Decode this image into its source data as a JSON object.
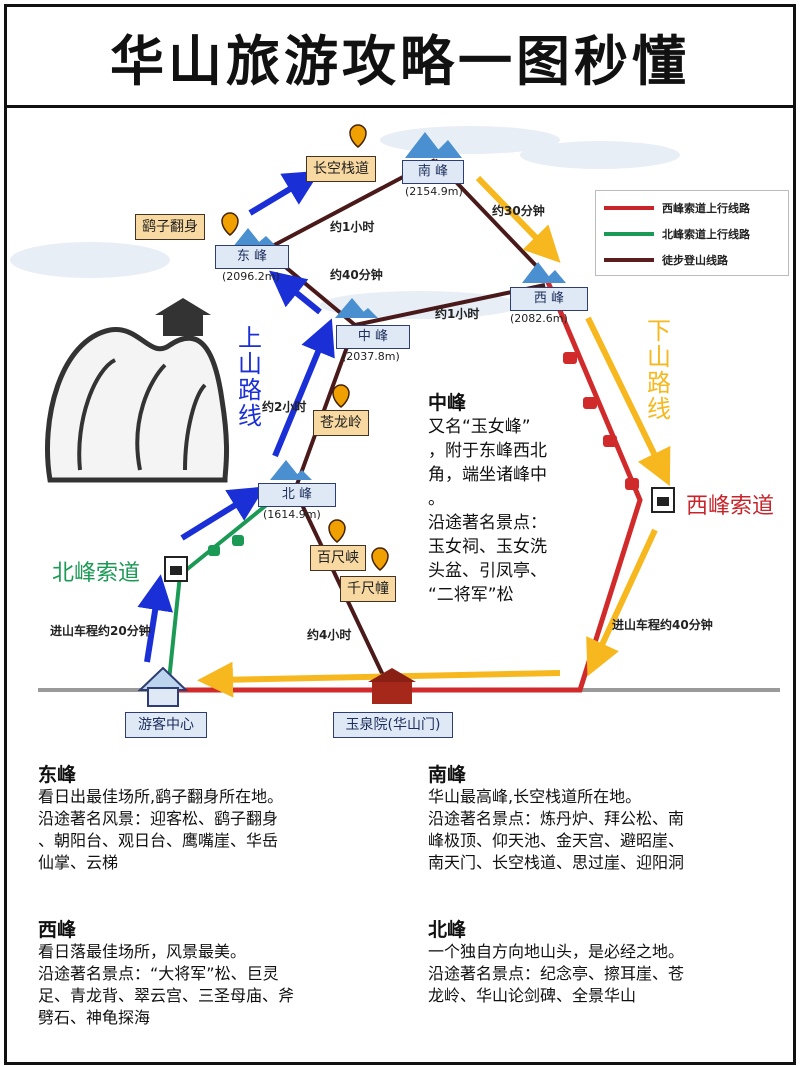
{
  "title": "华山旅游攻略一图秒懂",
  "peaks": {
    "south": {
      "name": "南  峰",
      "elev": "(2154.9m)"
    },
    "east": {
      "name": "东  峰",
      "elev": "(2096.2m)"
    },
    "middle": {
      "name": "中  峰",
      "elev": "(2037.8m)"
    },
    "west": {
      "name": "西  峰",
      "elev": "(2082.6m)"
    },
    "north": {
      "name": "北  峰",
      "elev": "(1614.9m)"
    }
  },
  "spots": {
    "changkong": "长空栈道",
    "yaozi": "鹞子翻身",
    "canglong": "苍龙岭",
    "baichixia": "百尺峡",
    "qianchizhuang": "千尺幢"
  },
  "times": {
    "t1": "约1小时",
    "t40": "约40分钟",
    "t30": "约30分钟",
    "t1b": "约1小时",
    "t2": "约2小时",
    "t4": "约4小时",
    "drive20": "进山车程约20分钟",
    "drive40": "进山车程约40分钟"
  },
  "route_labels": {
    "up_chars": [
      "上",
      "山",
      "路",
      "线"
    ],
    "down_chars": [
      "下",
      "山",
      "路",
      "线"
    ]
  },
  "cableways": {
    "north": "北峰索道",
    "west": "西峰索道"
  },
  "bases": {
    "visitor": "游客中心",
    "yuquan": "玉泉院(华山门)"
  },
  "legend": [
    {
      "label": "西峰索道上行线路",
      "color": "#c8252b"
    },
    {
      "label": "北峰索道上行线路",
      "color": "#1b9a55"
    },
    {
      "label": "徒步登山线路",
      "color": "#5a1e1e"
    }
  ],
  "colors": {
    "blue_arrow": "#1a2fd6",
    "yellow_arrow": "#f6b81e",
    "red_line": "#d12a2a",
    "green_line": "#1b9a55",
    "brown_line": "#4a1a1a"
  },
  "middle_peak_desc": {
    "title": "中峰",
    "lines": [
      "又名“玉女峰”",
      "，附于东峰西北",
      "角，端坐诸峰中",
      "。",
      "沿途著名景点：",
      "玉女祠、玉女洗",
      "头盆、引凤亭、",
      "“二将军”松"
    ]
  },
  "descriptions": [
    {
      "title": "东峰",
      "lines": [
        "看日出最佳场所,鹞子翻身所在地。",
        "沿途著名风景：迎客松、鹞子翻身",
        "、朝阳台、观日台、鹰嘴崖、华岳",
        "仙掌、云梯"
      ]
    },
    {
      "title": "南峰",
      "lines": [
        "华山最高峰,长空栈道所在地。",
        "沿途著名景点：炼丹炉、拜公松、南",
        "峰极顶、仰天池、金天宫、避昭崖、",
        "南天门、长空栈道、思过崖、迎阳洞"
      ]
    },
    {
      "title": "西峰",
      "lines": [
        "看日落最佳场所，风景最美。",
        "沿途著名景点：“大将军”松、巨灵",
        "足、青龙背、翠云宫、三圣母庙、斧",
        "劈石、神龟探海"
      ]
    },
    {
      "title": "北峰",
      "lines": [
        "一个独自方向地山头，是必经之地。",
        "沿途著名景点：纪念亭、擦耳崖、苍",
        "龙岭、华山论剑碑、全景华山"
      ]
    }
  ]
}
